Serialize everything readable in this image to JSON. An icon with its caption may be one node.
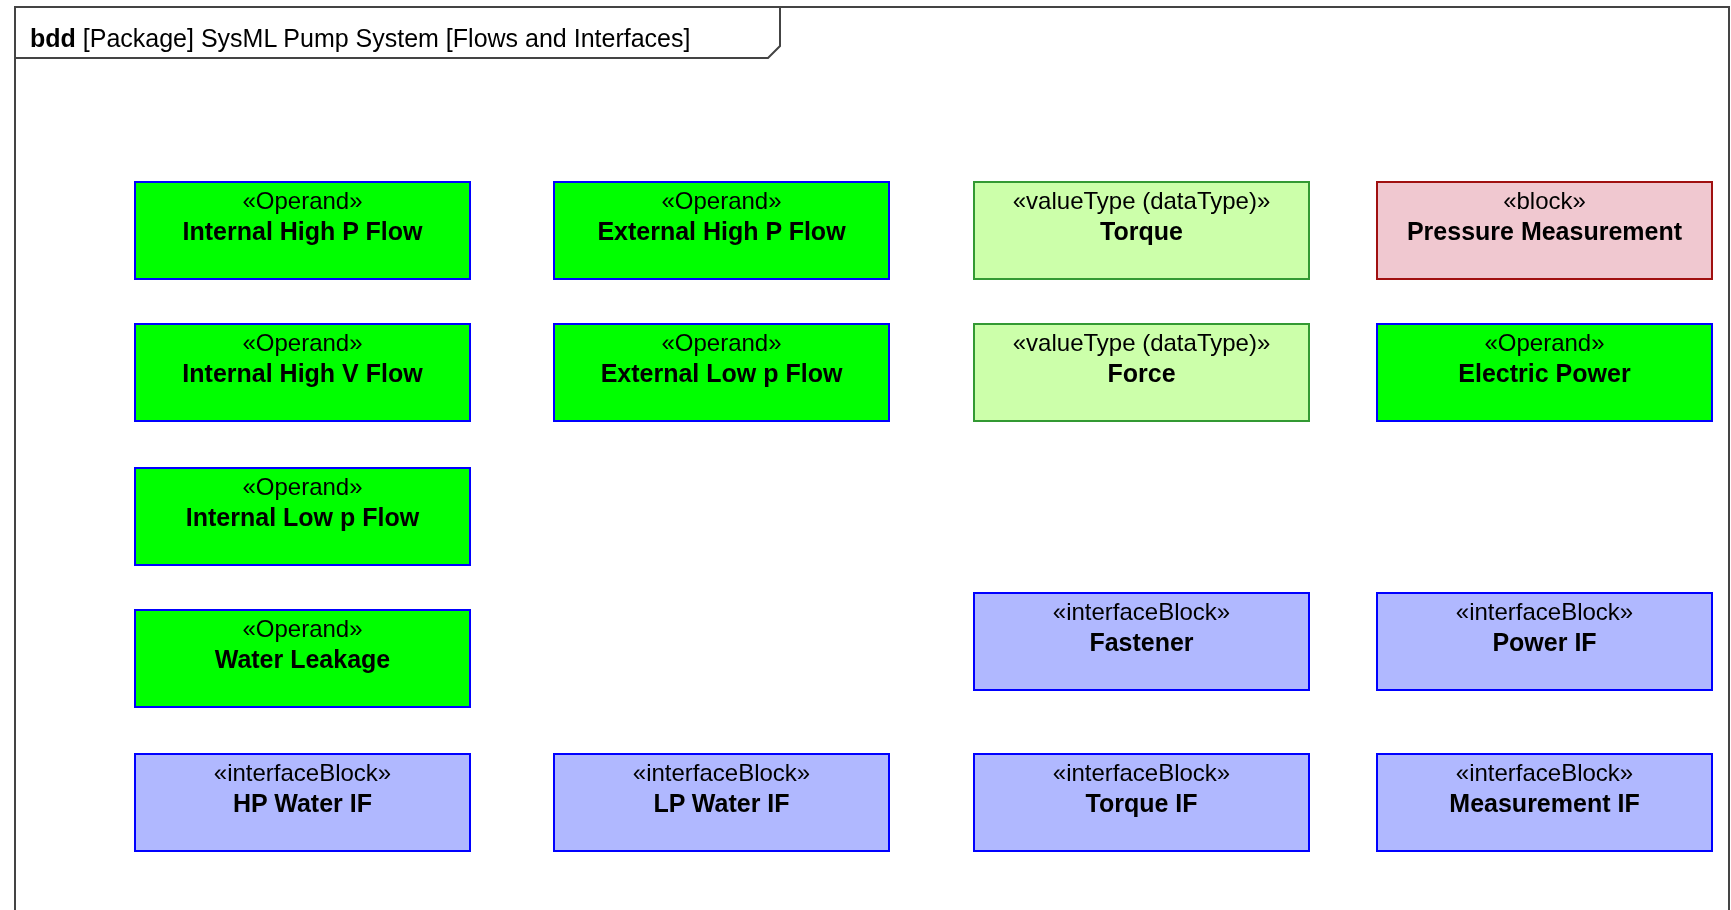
{
  "diagram": {
    "nodes": [
      {
        "text": [
          "**bdd** [Package] SysML Pump System [Flows and Interfaces]"
        ]
      },
      {
        "text": [
          "«Operand»",
          "Internal High P Flow"
        ],
        "in": 0
      },
      {
        "text": [
          "«Operand»",
          "External High P Flow"
        ],
        "in": 0
      },
      {
        "text": [
          "«valueType (dataType)»",
          "Torque"
        ],
        "in": 0
      },
      {
        "text": [
          "«block»",
          "Pressure Measurement"
        ],
        "in": 0
      },
      {
        "text": [
          "«Operand»",
          "Internal High V Flow"
        ],
        "in": 0
      },
      {
        "text": [
          "«Operand»",
          "External Low p Flow"
        ],
        "in": 0
      },
      {
        "text": [
          "«valueType (dataType)»",
          "Force"
        ],
        "in": 0
      },
      {
        "text": [
          "«Operand»",
          "Electric Power"
        ],
        "in": 0
      },
      {
        "text": [
          "«Operand»",
          "Internal Low p Flow"
        ],
        "in": 0
      },
      {
        "text": [
          "«Operand»",
          "Water Leakage"
        ],
        "in": 0
      },
      {
        "text": [
          "«interfaceBlock»",
          "Fastener"
        ],
        "in": 0
      },
      {
        "text": [
          "«interfaceBlock»",
          "Power IF"
        ],
        "in": 0
      },
      {
        "text": [
          "«interfaceBlock»",
          "HP Water IF"
        ],
        "in": 0
      },
      {
        "text": [
          "«interfaceBlock»",
          "LP Water IF"
        ],
        "in": 0
      },
      {
        "text": [
          "«interfaceBlock»",
          "Torque IF"
        ],
        "in": 0
      },
      {
        "text": [
          "«interfaceBlock»",
          "Measurement IF"
        ],
        "in": 0
      }
    ],
    "edges": []
  }
}
